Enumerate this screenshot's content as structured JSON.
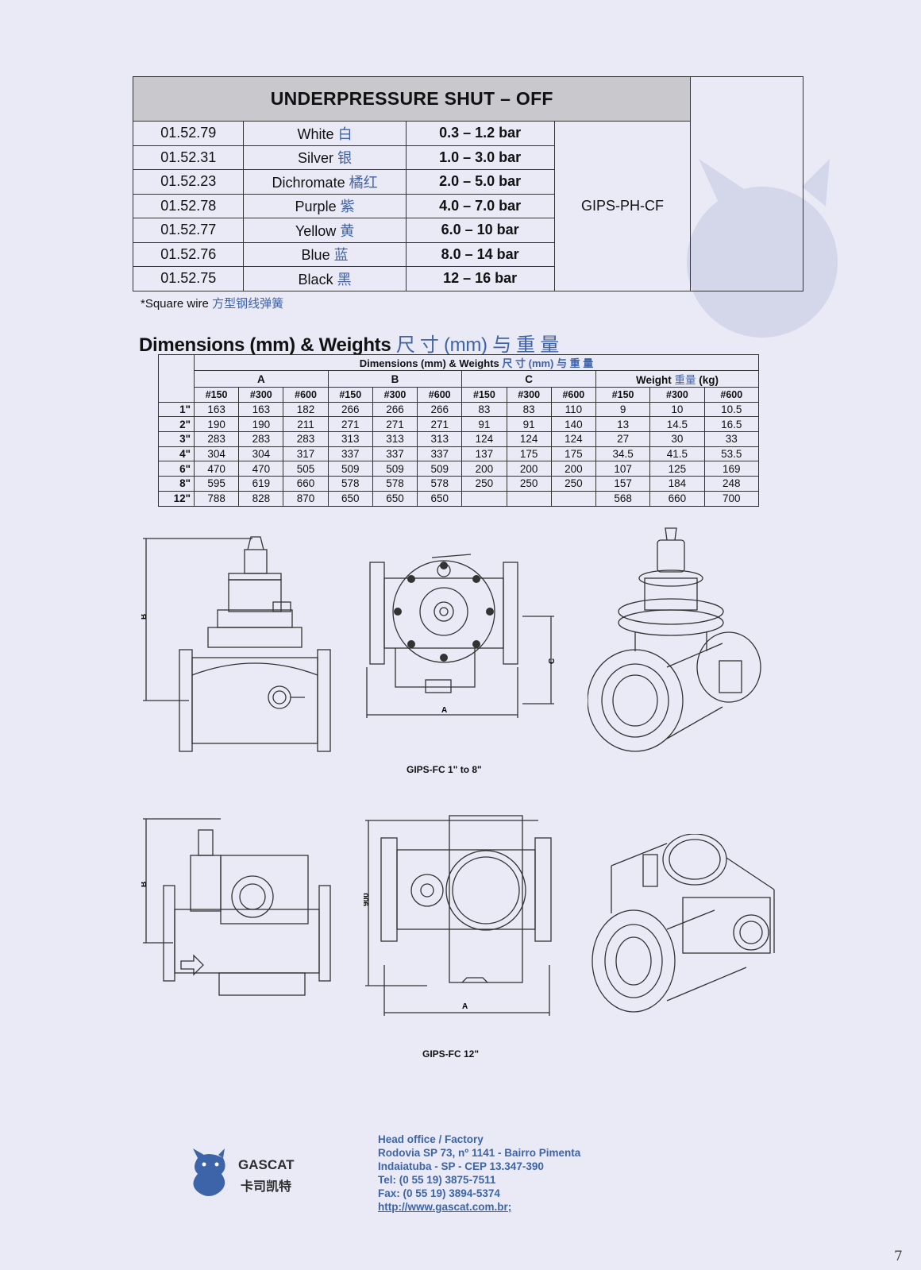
{
  "shutoff": {
    "title": "UNDERPRESSURE SHUT – OFF",
    "model": "GIPS-PH-CF",
    "rows": [
      {
        "code": "01.52.79",
        "color": "White",
        "color_cn": "白",
        "range": "0.3 – 1.2 bar"
      },
      {
        "code": "01.52.31",
        "color": "Silver",
        "color_cn": "银",
        "range": "1.0 – 3.0 bar"
      },
      {
        "code": "01.52.23",
        "color": "Dichromate",
        "color_cn": "橘红",
        "range": "2.0 – 5.0 bar"
      },
      {
        "code": "01.52.78",
        "color": "Purple",
        "color_cn": "紫",
        "range": "4.0 – 7.0 bar"
      },
      {
        "code": "01.52.77",
        "color": "Yellow",
        "color_cn": "黄",
        "range": "6.0 – 10 bar"
      },
      {
        "code": "01.52.76",
        "color": "Blue",
        "color_cn": "蓝",
        "range": "8.0 – 14 bar"
      },
      {
        "code": "01.52.75",
        "color": "Black",
        "color_cn": "黑",
        "range": "12 – 16 bar"
      }
    ],
    "note": "*Square wire",
    "note_cn": "方型钢线弹簧"
  },
  "dimensions": {
    "section_title": "Dimensions (mm) & Weights",
    "section_title_cn": "尺 寸 (mm) 与 重 量",
    "table_title": "Dimensions (mm) & Weights",
    "table_title_cn": "尺 寸 (mm) 与 重 量",
    "groups": [
      "A",
      "B",
      "C"
    ],
    "weight_label": "Weight",
    "weight_label_cn": "重量",
    "weight_unit": "(kg)",
    "classes": [
      "#150",
      "#300",
      "#600"
    ],
    "rows": [
      {
        "size": "1\"",
        "values": [
          "163",
          "163",
          "182",
          "266",
          "266",
          "266",
          "83",
          "83",
          "110",
          "9",
          "10",
          "10.5"
        ]
      },
      {
        "size": "2\"",
        "values": [
          "190",
          "190",
          "211",
          "271",
          "271",
          "271",
          "91",
          "91",
          "140",
          "13",
          "14.5",
          "16.5"
        ]
      },
      {
        "size": "3\"",
        "values": [
          "283",
          "283",
          "283",
          "313",
          "313",
          "313",
          "124",
          "124",
          "124",
          "27",
          "30",
          "33"
        ]
      },
      {
        "size": "4\"",
        "values": [
          "304",
          "304",
          "317",
          "337",
          "337",
          "337",
          "137",
          "175",
          "175",
          "34.5",
          "41.5",
          "53.5"
        ]
      },
      {
        "size": "6\"",
        "values": [
          "470",
          "470",
          "505",
          "509",
          "509",
          "509",
          "200",
          "200",
          "200",
          "107",
          "125",
          "169"
        ]
      },
      {
        "size": "8\"",
        "values": [
          "595",
          "619",
          "660",
          "578",
          "578",
          "578",
          "250",
          "250",
          "250",
          "157",
          "184",
          "248"
        ]
      },
      {
        "size": "12\"",
        "values": [
          "788",
          "828",
          "870",
          "650",
          "650",
          "650",
          "",
          "",
          "",
          "568",
          "660",
          "700"
        ]
      }
    ]
  },
  "drawings": {
    "caption1": "GIPS-FC 1\" to 8\"",
    "caption2": "GIPS-FC 12\"",
    "label_a": "A",
    "label_b": "B",
    "label_c": "C",
    "label_900": "900"
  },
  "footer": {
    "brand": "GASCAT",
    "brand_cn": "卡司凯特",
    "address": [
      "Head office / Factory",
      "Rodovia SP 73, nº 1141 - Bairro Pimenta",
      "Indaiatuba - SP - CEP 13.347-390",
      "Tel: (0 55 19) 3875-7511",
      "Fax: (0 55 19) 3894-5374"
    ],
    "url": "http://www.gascat.com.br;"
  },
  "page_number": "7",
  "colors": {
    "accent_blue": "#3d64a8",
    "header_gray": "#c8c8cd",
    "background": "#e9eaf6"
  }
}
